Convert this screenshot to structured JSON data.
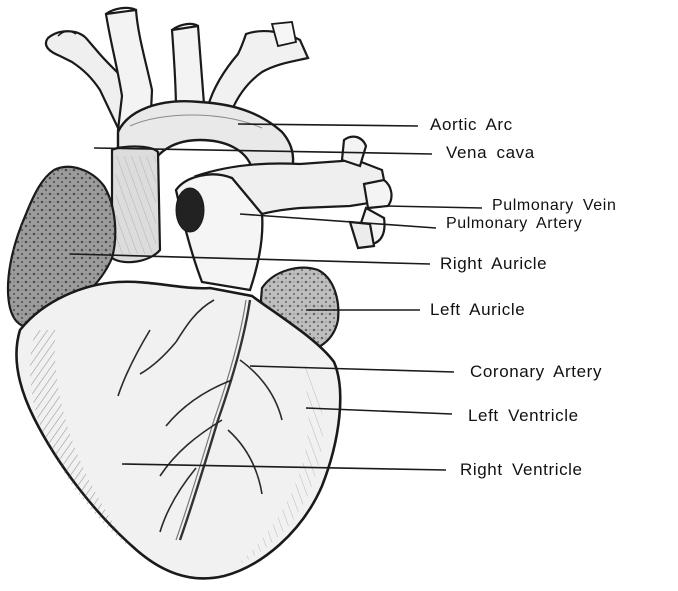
{
  "diagram": {
    "labels": {
      "aortic_arc": "Aortic  Arc",
      "vena_cava": "Vena  cava",
      "pulmonary_vein": "Pulmonary  Vein",
      "pulmonary_artery": "Pulmonary  Artery",
      "right_auricle": "Right  Auricle",
      "left_auricle": "Left  Auricle",
      "coronary_artery": "Coronary  Artery",
      "left_ventricle": "Left  Ventricle",
      "right_ventricle": "Right  Ventricle"
    },
    "colors": {
      "ink": "#1a1a1a",
      "shade": "#8a8a8a",
      "light_tissue": "#f2f2f2",
      "mid_tissue": "#d9d9d9",
      "dark_tissue": "#6e6e6e"
    }
  }
}
